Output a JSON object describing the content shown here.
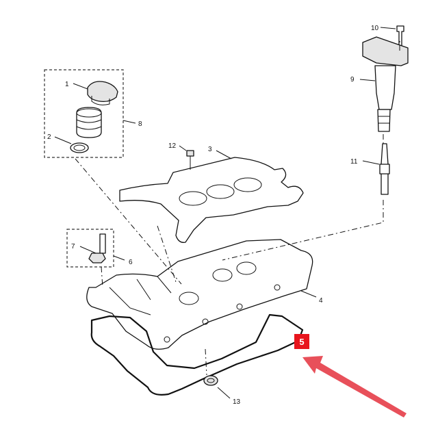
{
  "callouts": {
    "c1": "1",
    "c2": "2",
    "c3": "3",
    "c4": "4",
    "c6": "6",
    "c7": "7",
    "c8": "8",
    "c9": "9",
    "c10": "10",
    "c11": "11",
    "c12": "12",
    "c13": "13"
  },
  "highlight": {
    "label": "5",
    "badge_color": "#e8141c",
    "arrow_color": "#e8505a"
  }
}
